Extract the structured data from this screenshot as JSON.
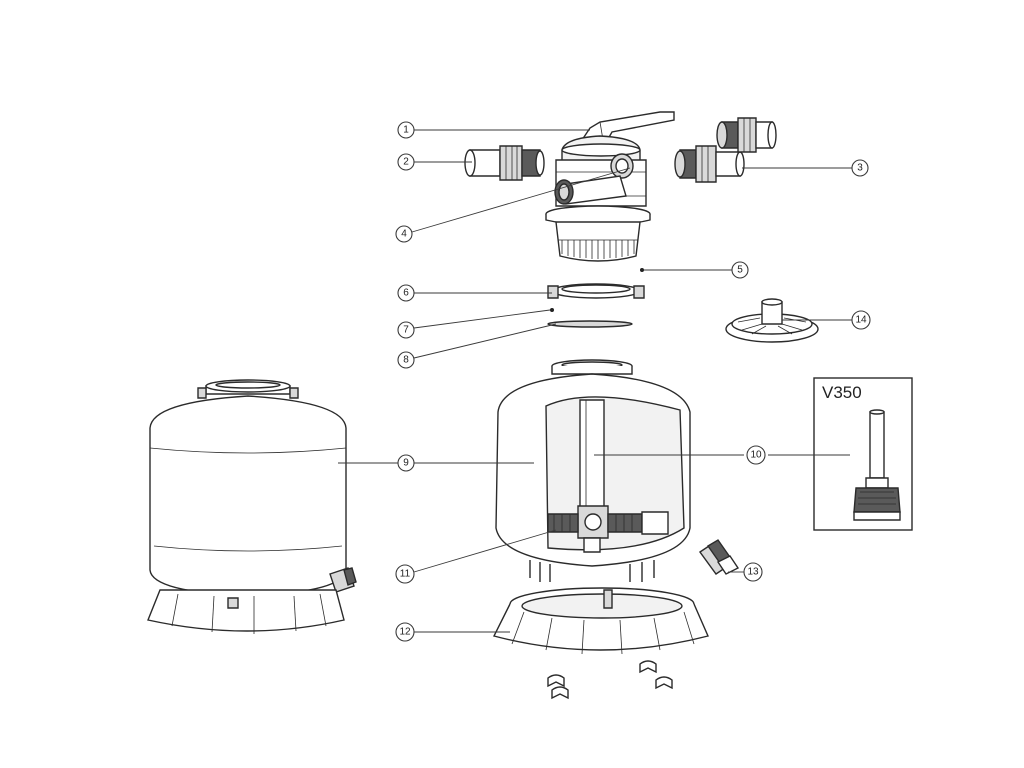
{
  "callouts": [
    {
      "number": "1"
    },
    {
      "number": "2"
    },
    {
      "number": "3"
    },
    {
      "number": "4"
    },
    {
      "number": "5"
    },
    {
      "number": "6"
    },
    {
      "number": "7"
    },
    {
      "number": "8"
    },
    {
      "number": "9"
    },
    {
      "number": "10"
    },
    {
      "number": "11"
    },
    {
      "number": "12"
    },
    {
      "number": "13"
    },
    {
      "number": "14"
    }
  ],
  "inset": {
    "model_label": "V350"
  },
  "colors": {
    "line": "#2b2b2b",
    "background": "#ffffff"
  }
}
